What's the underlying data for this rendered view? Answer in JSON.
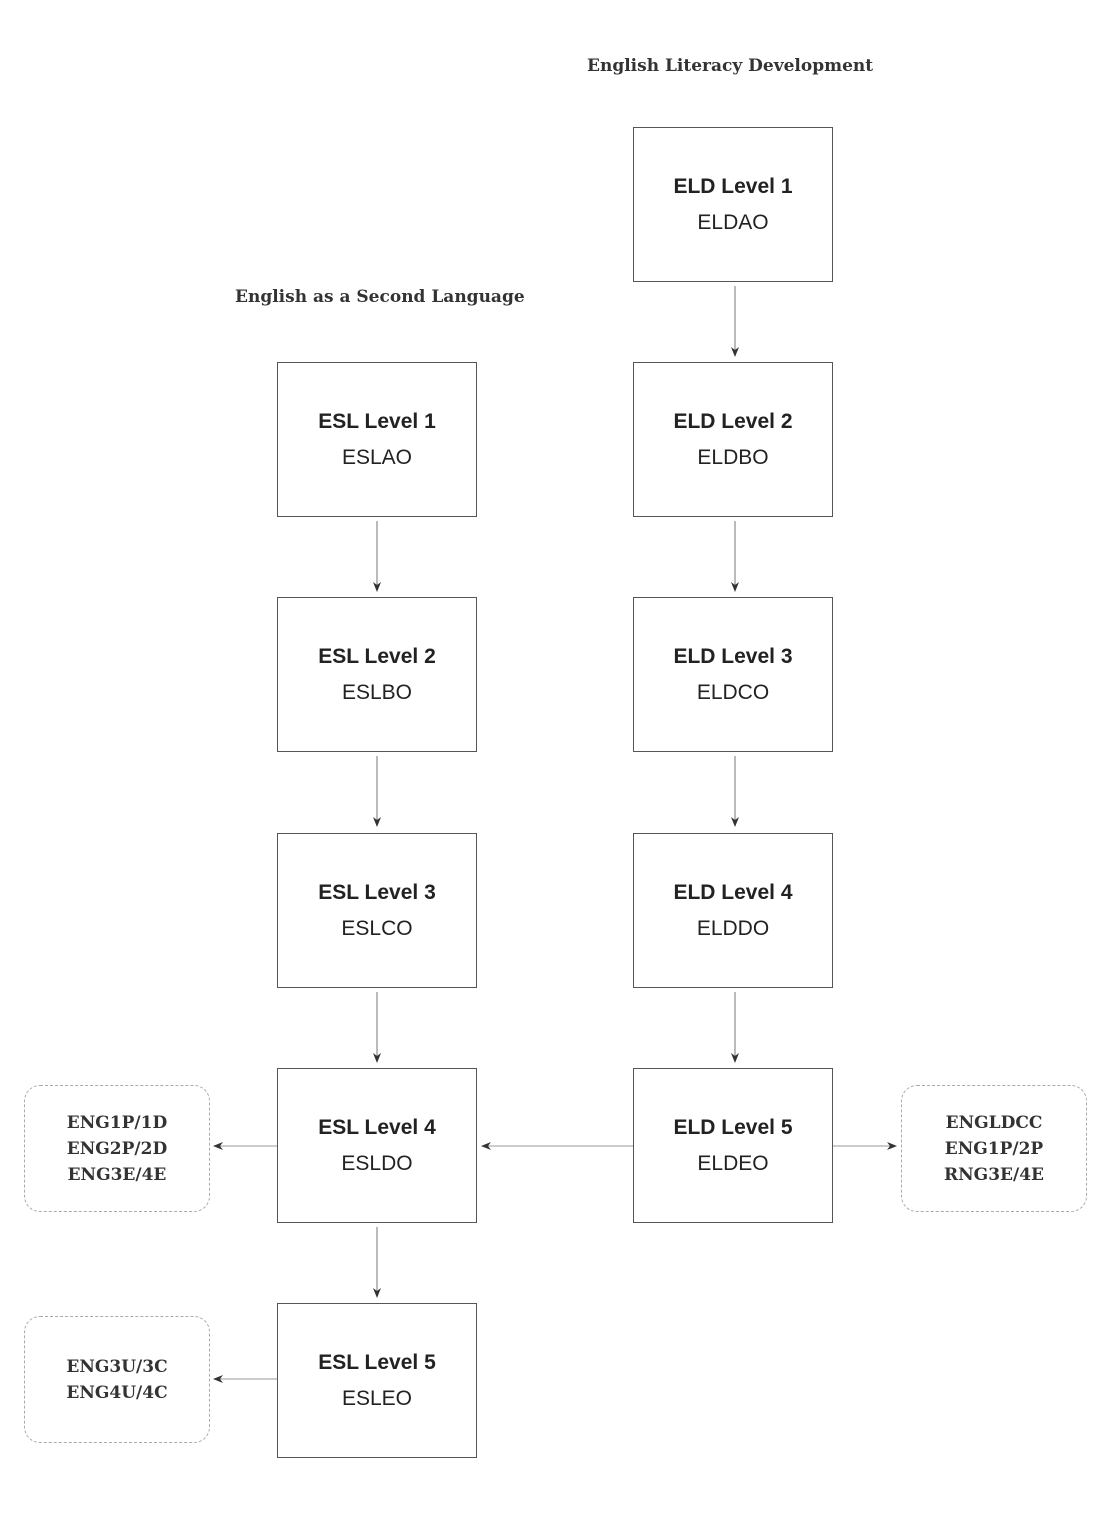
{
  "headings": {
    "eld": "English Literacy Development",
    "esl": "English as a Second Language"
  },
  "eld_boxes": [
    {
      "title": "ELD Level 1",
      "code": "ELDAO"
    },
    {
      "title": "ELD Level 2",
      "code": "ELDBO"
    },
    {
      "title": "ELD Level 3",
      "code": "ELDCO"
    },
    {
      "title": "ELD Level 4",
      "code": "ELDDO"
    },
    {
      "title": "ELD Level 5",
      "code": "ELDEO"
    }
  ],
  "esl_boxes": [
    {
      "title": "ESL Level 1",
      "code": "ESLAO"
    },
    {
      "title": "ESL Level 2",
      "code": "ESLBO"
    },
    {
      "title": "ESL Level 3",
      "code": "ESLCO"
    },
    {
      "title": "ESL Level 4",
      "code": "ESLDO"
    },
    {
      "title": "ESL Level 5",
      "code": "ESLEO"
    }
  ],
  "outcomes": {
    "esl4": [
      "ENG1P/1D",
      "ENG2P/2D",
      "ENG3E/4E"
    ],
    "esl5": [
      "ENG3U/3C",
      "ENG4U/4C"
    ],
    "eld5": [
      "ENGLDCC",
      "ENG1P/2P",
      "RNG3E/4E"
    ]
  }
}
